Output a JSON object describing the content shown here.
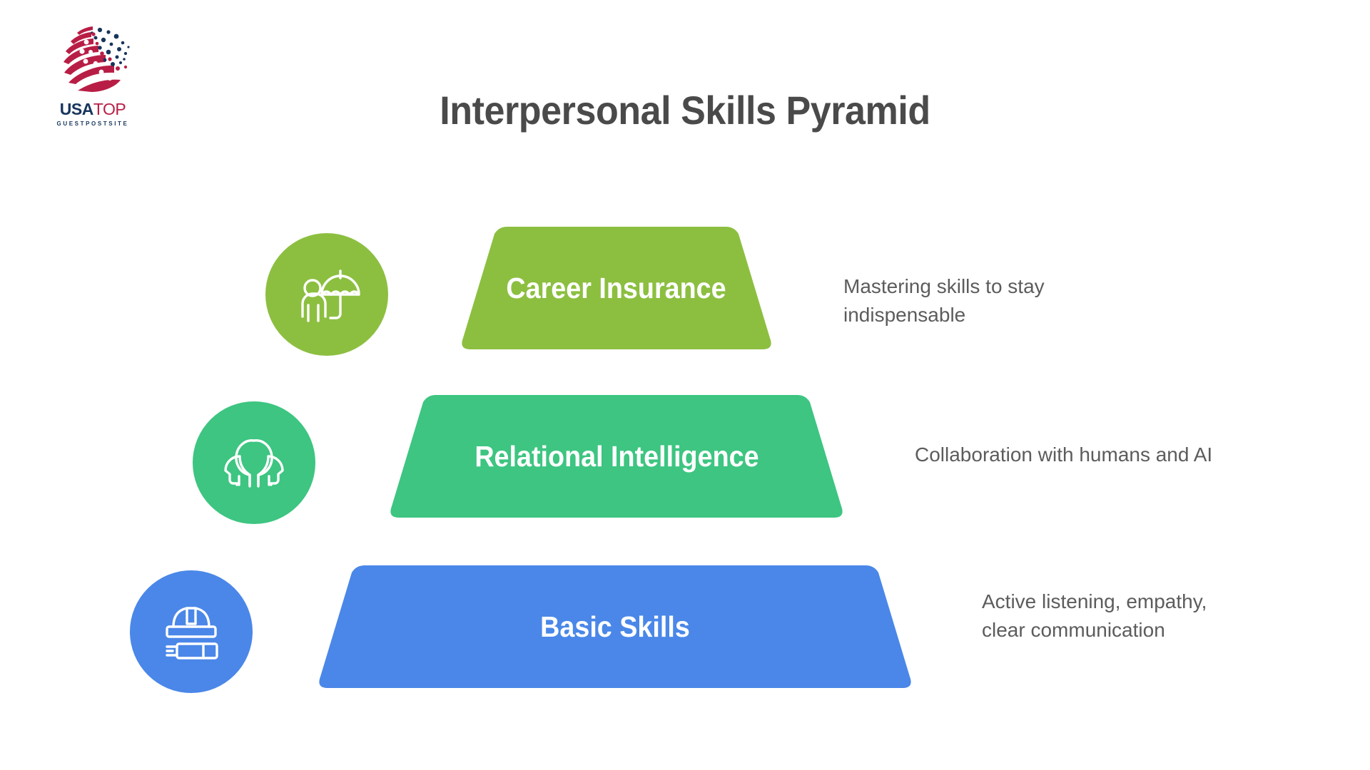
{
  "brand": {
    "name_primary": "USA",
    "name_secondary": "TOP",
    "tagline": "GUESTPOSTSITE",
    "mark_colors": {
      "red": "#b81e45",
      "navy": "#17355c"
    }
  },
  "header": {
    "title": "Interpersonal Skills Pyramid",
    "title_color": "#4a4a4a"
  },
  "chart_data": {
    "type": "pyramid",
    "title": "Interpersonal Skills Pyramid",
    "orientation": "top-to-bottom",
    "levels": [
      {
        "rank": 1,
        "label": "Career Insurance",
        "description": "Mastering skills to stay indispensable",
        "color": "#8CBF40",
        "icon": "person-with-umbrella-icon",
        "relative_width": 0.58
      },
      {
        "rank": 2,
        "label": "Relational Intelligence",
        "description": "Collaboration with humans and AI",
        "color": "#3DC581",
        "icon": "two-heads-icon",
        "relative_width": 0.79
      },
      {
        "rank": 3,
        "label": "Basic Skills",
        "description": "Active listening, empathy, clear communication",
        "color": "#4A87E8",
        "icon": "hard-hat-icon",
        "relative_width": 1.0
      }
    ],
    "background": "#ffffff",
    "label_color": "#ffffff",
    "description_color": "#5c5c5c"
  }
}
